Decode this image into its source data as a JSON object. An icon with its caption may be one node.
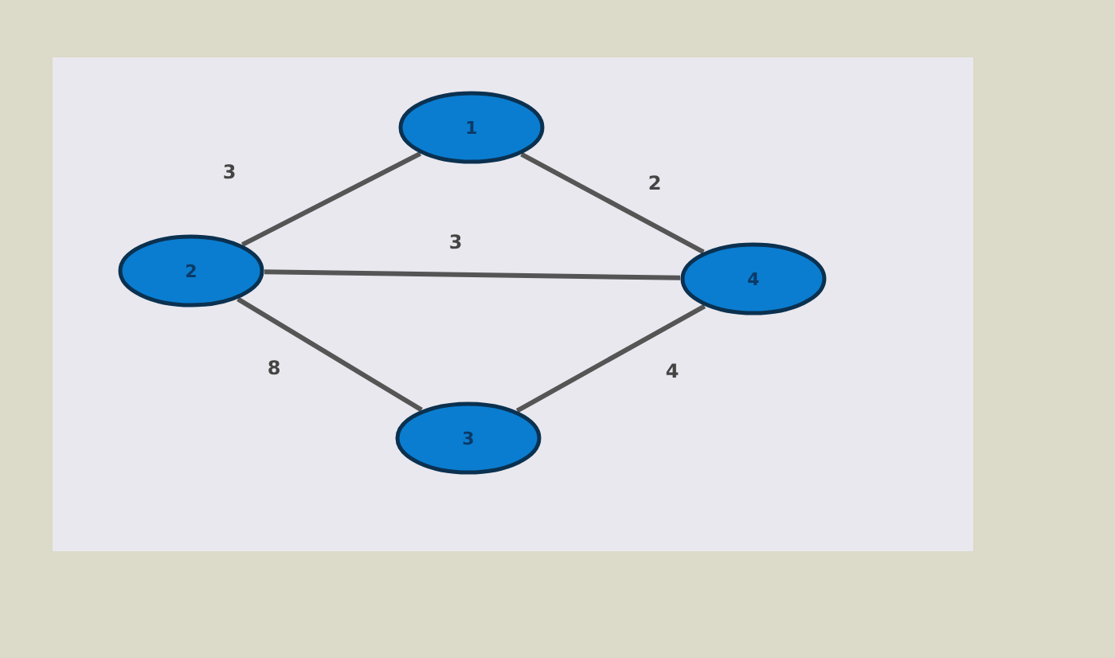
{
  "diagram": {
    "nodes": [
      {
        "text": [
          "1"
        ]
      },
      {
        "text": [
          "2"
        ]
      },
      {
        "text": [
          "3"
        ]
      },
      {
        "text": [
          "4"
        ]
      }
    ],
    "edges": [
      {
        "from": 1,
        "to": 0,
        "arrow": "none",
        "label": "3"
      },
      {
        "from": 0,
        "to": 3,
        "arrow": "none",
        "label": "2"
      },
      {
        "from": 1,
        "to": 3,
        "arrow": "none",
        "label": "3"
      },
      {
        "from": 1,
        "to": 2,
        "arrow": "none",
        "label": "8"
      },
      {
        "from": 2,
        "to": 3,
        "arrow": "none",
        "label": "4"
      }
    ]
  }
}
